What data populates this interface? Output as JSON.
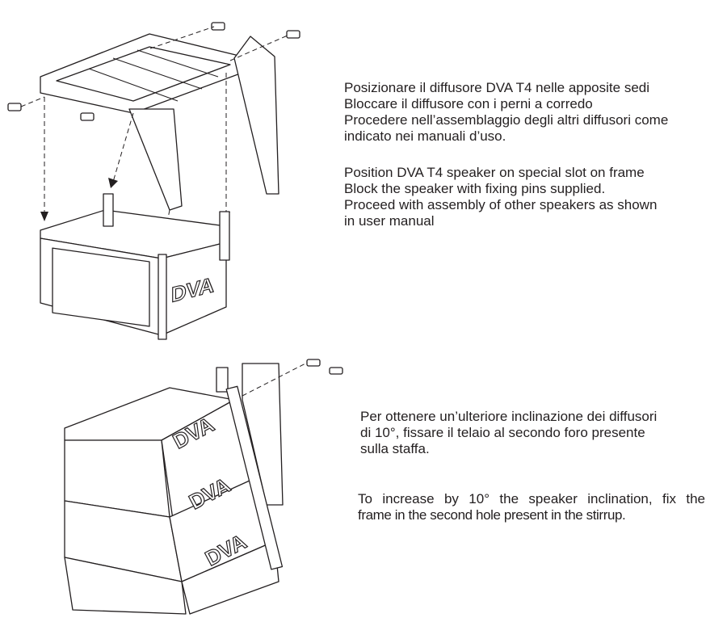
{
  "step1": {
    "italian": [
      "Posizionare il diffusore DVA T4 nelle apposite sedi",
      "Bloccare il diffusore con i perni a corredo",
      "Procedere nell’assemblaggio degli altri diffusori come",
      "indicato nei manuali d’uso."
    ],
    "english": [
      "Position DVA T4 speaker on special slot on frame",
      "Block the speaker with fixing pins supplied.",
      "Proceed with assembly of other speakers as shown",
      "in user manual"
    ]
  },
  "step2": {
    "italian": [
      "Per ottenere un’ulteriore inclinazione dei diffusori",
      "di 10°, fissare il telaio al secondo foro presente",
      "sulla staffa."
    ],
    "english": [
      "To increase by 10° the speaker inclination, fix the",
      "frame in the second hole present in the stirrup."
    ]
  },
  "logo_text": "DVA"
}
